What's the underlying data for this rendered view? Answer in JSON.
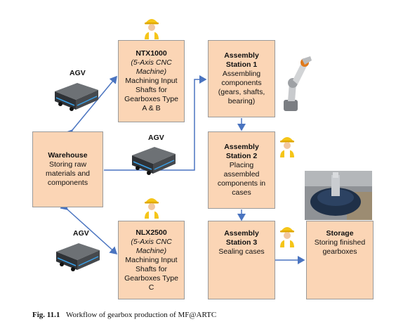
{
  "nodes": {
    "ntx": {
      "title": "NTX1000",
      "sub1": "(5-Axis CNC",
      "sub2": "Machine)",
      "l1": "Machining Input",
      "l2": "Shafts for",
      "l3": "Gearboxes Type",
      "l4": "A & B"
    },
    "nlx": {
      "title": "NLX2500",
      "sub1": "(5-Axis CNC",
      "sub2": "Machine)",
      "l1": "Machining Input",
      "l2": "Shafts for",
      "l3": "Gearboxes Type",
      "l4": "C"
    },
    "warehouse": {
      "title": "Warehouse",
      "l1": "Storing raw",
      "l2": "materials and",
      "l3": "components"
    },
    "as1": {
      "t1": "Assembly",
      "t2": "Station 1",
      "l1": "Assembling",
      "l2": "components",
      "l3": "(gears, shafts,",
      "l4": "bearing)"
    },
    "as2": {
      "t1": "Assembly",
      "t2": "Station 2",
      "l1": "Placing",
      "l2": "assembled",
      "l3": "components in",
      "l4": "cases"
    },
    "as3": {
      "t1": "Assembly",
      "t2": "Station 3",
      "l1": "Sealing cases"
    },
    "storage": {
      "title": "Storage",
      "l1": "Storing finished",
      "l2": "gearboxes"
    }
  },
  "agv_labels": [
    "AGV",
    "AGV",
    "AGV"
  ],
  "caption": {
    "fig": "Fig. 11.1",
    "text": "Workflow of gearbox production of MF@ARTC"
  },
  "colors": {
    "box_fill": "#fbd5b5",
    "arrow": "#4a74c0"
  }
}
